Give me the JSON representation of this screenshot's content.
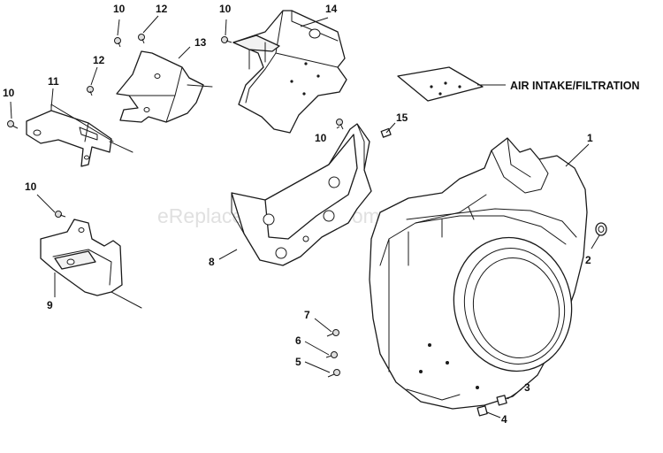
{
  "callouts": {
    "c1": "1",
    "c2": "2",
    "c3": "3",
    "c4": "4",
    "c5": "5",
    "c6": "6",
    "c7": "7",
    "c8": "8",
    "c9": "9",
    "c10": "10",
    "c11": "11",
    "c12": "12",
    "c13": "13",
    "c14": "14",
    "c15": "15"
  },
  "reference_label": "AIR INTAKE/FILTRATION",
  "watermark": "eReplacementParts.com"
}
